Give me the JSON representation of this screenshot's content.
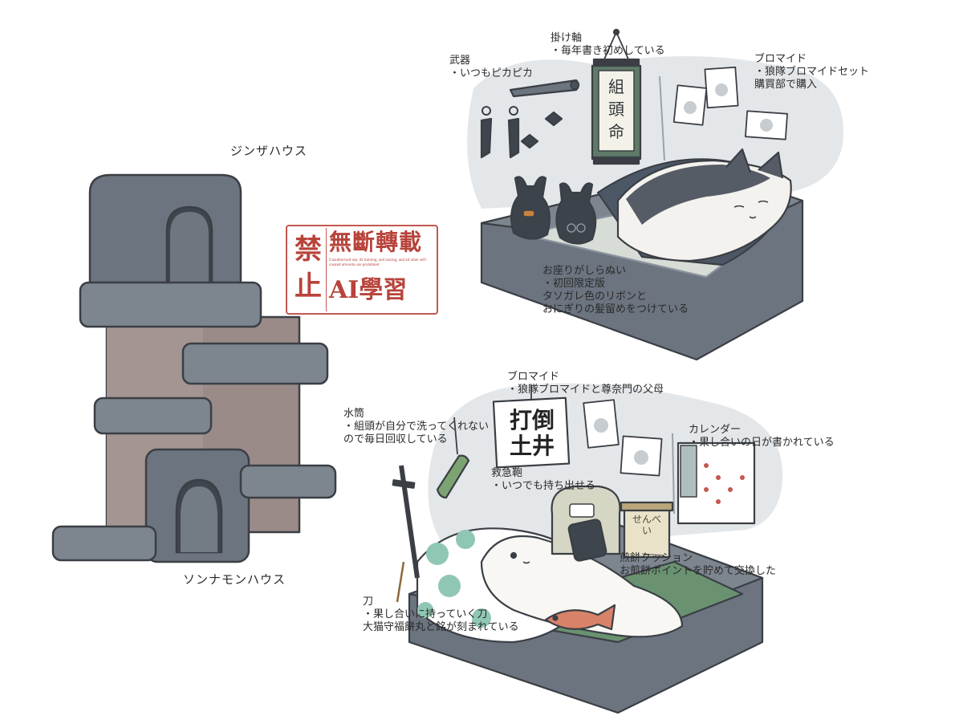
{
  "houses": {
    "jinza": "ジンザハウス",
    "sonnamon": "ソンナモンハウス"
  },
  "stamp": {
    "left_chars": "禁止",
    "top_row": "無斷轉載",
    "bottom_row": "AI學習",
    "fine_print": "Unauthorized use, AI training, and tracing, and all other self-created artworks are prohibited"
  },
  "annotations": {
    "weapons": {
      "title": "武器",
      "lines": [
        "・いつもピカピカ"
      ]
    },
    "scroll": {
      "title": "掛け軸",
      "lines": [
        "・毎年書き初めしている"
      ]
    },
    "bromide_1": {
      "title": "ブロマイド",
      "lines": [
        "・狼隊ブロマイドセット",
        "購買部で購入"
      ]
    },
    "plush": {
      "lines": [
        "お座りがしらぬい",
        "・初回限定版",
        "タソガレ色のリボンと",
        "おにぎりの髪留めをつけている"
      ]
    },
    "bromide_2": {
      "title": "ブロマイド",
      "lines": [
        "・狼隊ブロマイドと尊奈門の父母"
      ]
    },
    "water_bottle": {
      "title": "水筒",
      "lines": [
        "・組頭が自分で洗ってくれない",
        "ので毎日回収している"
      ]
    },
    "calendar": {
      "title": "カレンダー",
      "lines": [
        "・果し合いの日が書かれている"
      ]
    },
    "first_aid": {
      "title": "救急鞄",
      "lines": [
        "・いつでも持ち出せる"
      ]
    },
    "cushion": {
      "title": "煎餅クッション",
      "lines": [
        "お煎餅ポイントを貯めて交換した"
      ]
    },
    "sword": {
      "title": "刀",
      "lines": [
        "・果し合いに持っていく刀",
        "大猫守福餅丸と銘が刻まれている"
      ]
    }
  },
  "art_text": {
    "scroll_calligraphy": "組頭命",
    "poster_calligraphy": "打倒土井",
    "senbei_box": "せんべい"
  },
  "colors": {
    "stone": "#6b747f",
    "stone_light": "#8a939d",
    "pillar": "#9a8b88",
    "wall": "#e4e7ea",
    "scroll": "#5f7a68",
    "stamp_red": "#c4574f",
    "cushion_green": "#8fc7b4",
    "mat_green": "#6a9270",
    "fish": "#d9826a"
  }
}
